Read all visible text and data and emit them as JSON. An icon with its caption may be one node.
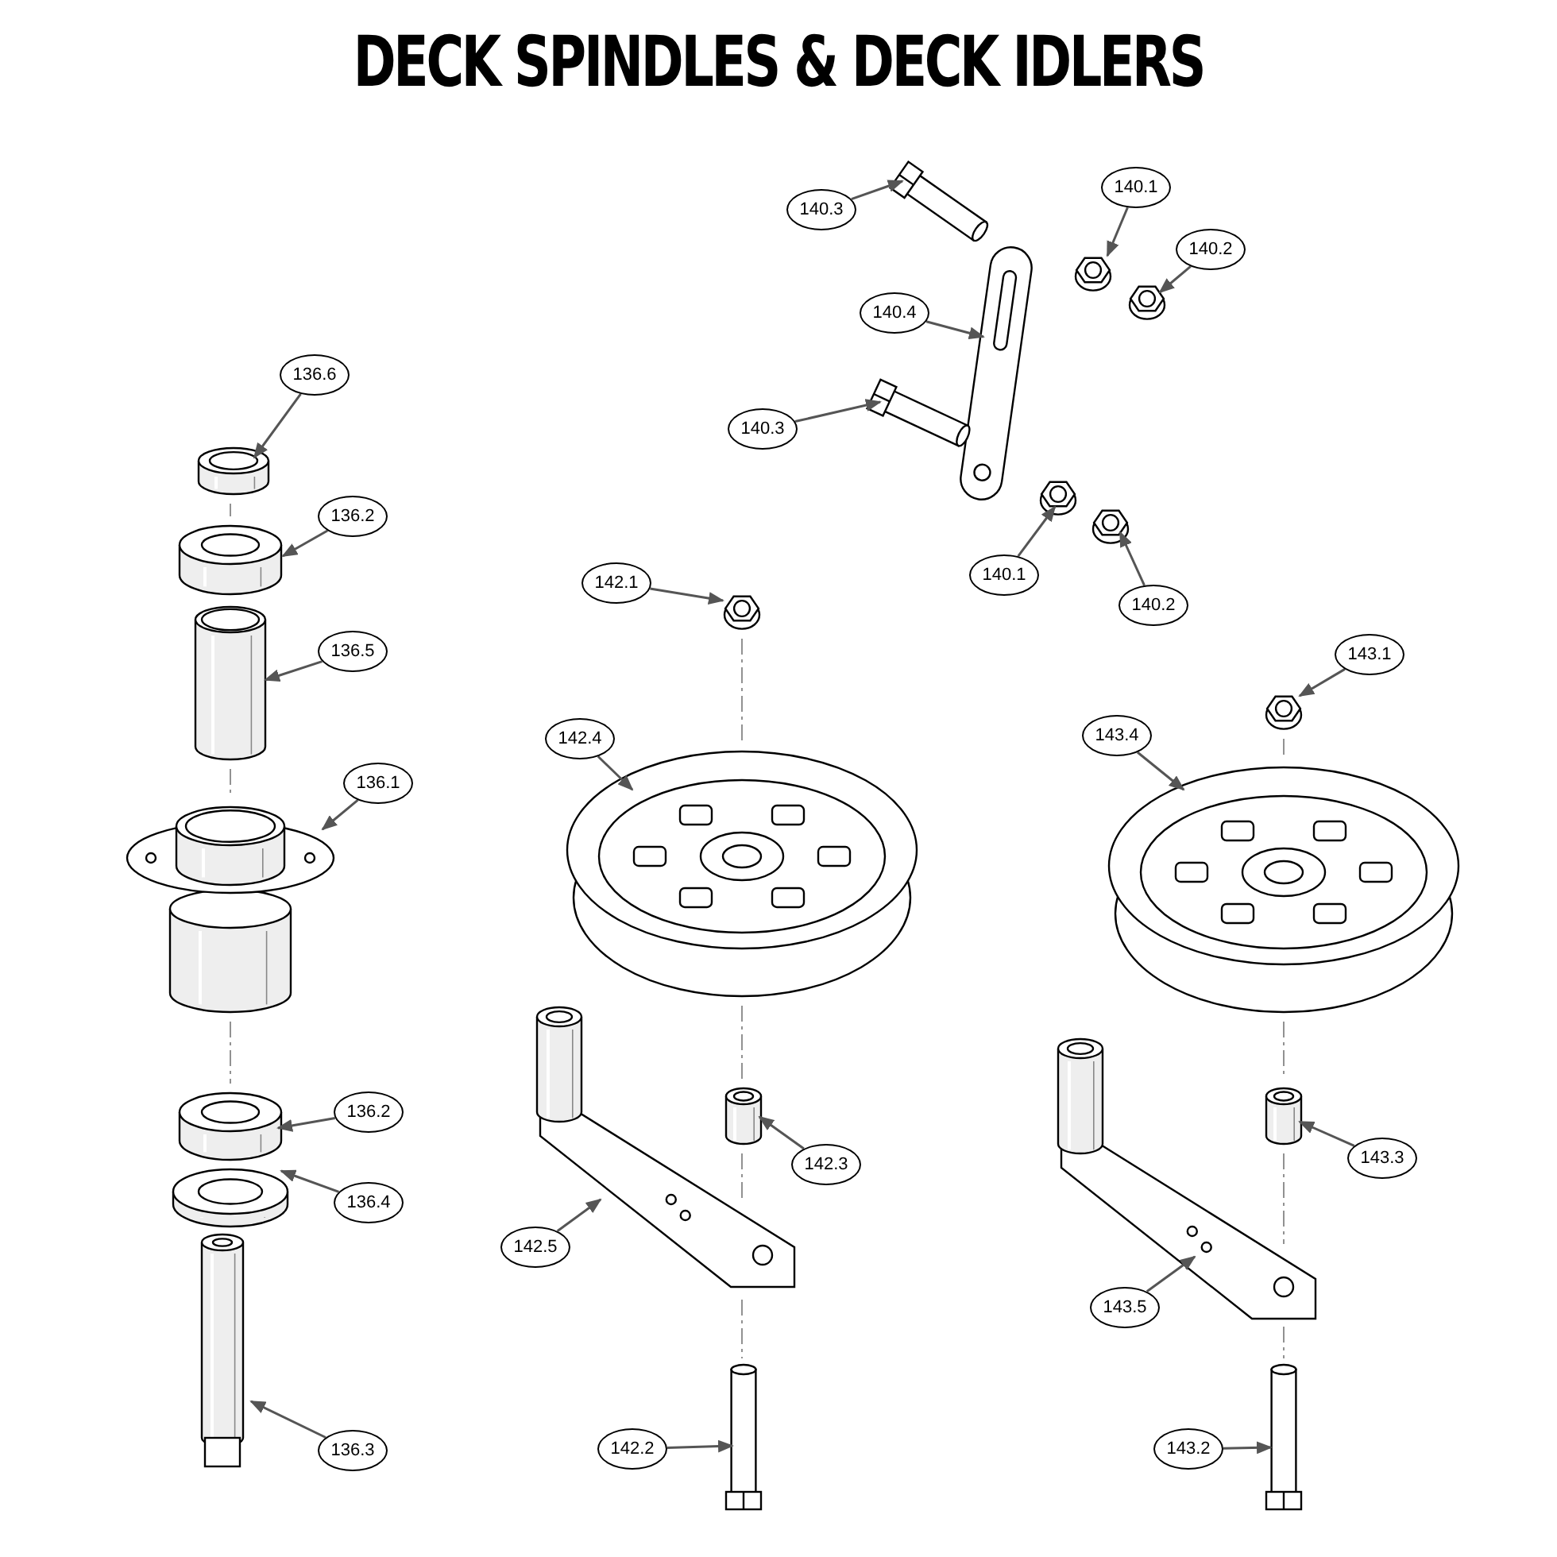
{
  "diagram": {
    "title": "DECK SPINDLES & DECK IDLERS",
    "nodes": [
      {
        "text": [
          "140.1"
        ]
      },
      {
        "text": [
          "140.3"
        ]
      },
      {
        "text": [
          "140.2"
        ]
      },
      {
        "text": [
          "140.4"
        ]
      },
      {
        "text": [
          "136.6"
        ]
      },
      {
        "text": [
          "140.3"
        ]
      },
      {
        "text": [
          "136.2"
        ]
      },
      {
        "text": [
          "140.1"
        ]
      },
      {
        "text": [
          "142.1"
        ]
      },
      {
        "text": [
          "140.2"
        ]
      },
      {
        "text": [
          "136.5"
        ]
      },
      {
        "text": [
          "143.1"
        ]
      },
      {
        "text": [
          "143.4"
        ]
      },
      {
        "text": [
          "142.4"
        ]
      },
      {
        "text": [
          "136.1"
        ]
      },
      {
        "text": [
          "136.2"
        ]
      },
      {
        "text": [
          "142.3"
        ]
      },
      {
        "text": [
          "143.3"
        ]
      },
      {
        "text": [
          "136.4"
        ]
      },
      {
        "text": [
          "142.5"
        ]
      },
      {
        "text": [
          "143.5"
        ]
      },
      {
        "text": [
          "136.3"
        ]
      },
      {
        "text": [
          "142.2"
        ]
      },
      {
        "text": [
          "143.2"
        ]
      },
      {
        "text": [],
        "shape": "picture"
      },
      {
        "text": [],
        "shape": "picture"
      },
      {
        "text": [],
        "shape": "picture"
      },
      {
        "text": [],
        "shape": "picture"
      },
      {
        "text": [],
        "shape": "picture"
      },
      {
        "text": [],
        "shape": "picture"
      },
      {
        "text": [],
        "shape": "picture"
      },
      {
        "text": [],
        "shape": "picture"
      },
      {
        "text": [],
        "shape": "picture"
      },
      {
        "text": [],
        "shape": "picture"
      },
      {
        "text": [],
        "shape": "picture"
      },
      {
        "text": [],
        "shape": "picture"
      },
      {
        "text": [],
        "shape": "picture"
      },
      {
        "text": [],
        "shape": "picture"
      },
      {
        "text": [],
        "shape": "picture"
      },
      {
        "text": [],
        "shape": "picture"
      },
      {
        "text": [],
        "shape": "picture"
      },
      {
        "text": [],
        "shape": "picture"
      },
      {
        "text": [],
        "shape": "picture"
      },
      {
        "text": [],
        "shape": "picture"
      },
      {
        "text": [],
        "shape": "picture"
      },
      {
        "text": [],
        "shape": "picture"
      },
      {
        "text": [],
        "shape": "picture"
      },
      {
        "text": [],
        "shape": "picture"
      }
    ],
    "edges": [
      {
        "from": 0,
        "to": 24,
        "arrow": "to"
      },
      {
        "from": 1,
        "to": 25,
        "arrow": "to"
      },
      {
        "from": 2,
        "to": 26,
        "arrow": "to"
      },
      {
        "from": 3,
        "to": 27,
        "arrow": "to"
      },
      {
        "from": 4,
        "to": 28,
        "arrow": "to"
      },
      {
        "from": 5,
        "to": 29,
        "arrow": "to"
      },
      {
        "from": 6,
        "to": 30,
        "arrow": "to"
      },
      {
        "from": 7,
        "to": 31,
        "arrow": "to"
      },
      {
        "from": 8,
        "to": 32,
        "arrow": "to"
      },
      {
        "from": 9,
        "to": 33,
        "arrow": "to"
      },
      {
        "from": 10,
        "to": 34,
        "arrow": "to"
      },
      {
        "from": 11,
        "to": 35,
        "arrow": "to"
      },
      {
        "from": 12,
        "to": 36,
        "arrow": "to"
      },
      {
        "from": 13,
        "to": 37,
        "arrow": "to"
      },
      {
        "from": 14,
        "to": 38,
        "arrow": "to"
      },
      {
        "from": 15,
        "to": 39,
        "arrow": "to"
      },
      {
        "from": 16,
        "to": 40,
        "arrow": "to"
      },
      {
        "from": 17,
        "to": 41,
        "arrow": "to"
      },
      {
        "from": 18,
        "to": 42,
        "arrow": "to"
      },
      {
        "from": 19,
        "to": 43,
        "arrow": "to"
      },
      {
        "from": 20,
        "to": 44,
        "arrow": "to"
      },
      {
        "from": 21,
        "to": 45,
        "arrow": "to"
      },
      {
        "from": 22,
        "to": 46,
        "arrow": "to"
      },
      {
        "from": 23,
        "to": 47,
        "arrow": "to"
      }
    ]
  }
}
